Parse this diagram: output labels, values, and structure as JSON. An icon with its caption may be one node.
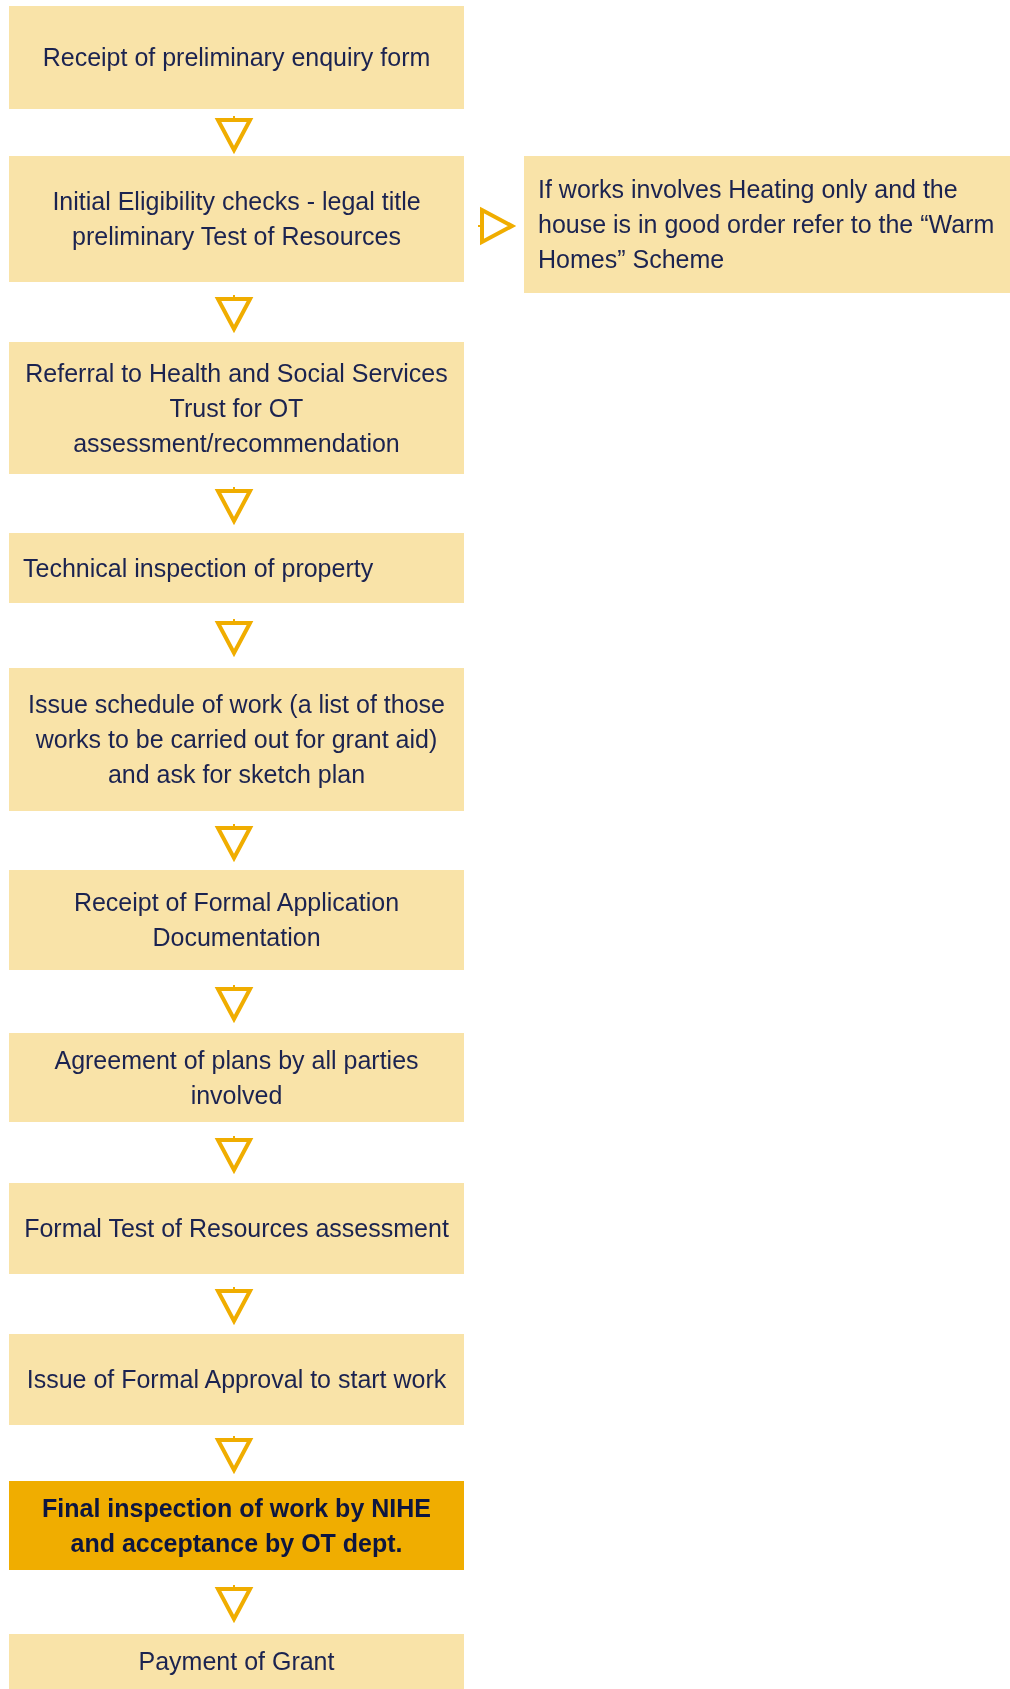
{
  "diagram": {
    "nodes": [
      {
        "text": [
          "Receipt of preliminary enquiry form"
        ]
      },
      {
        "text": [
          "Initial Eligibility checks - legal title preliminary Test of Resources"
        ]
      },
      {
        "text": [
          "If works involves Heating only and the house is in good order refer to the “Warm Homes” Scheme"
        ]
      },
      {
        "text": [
          "Referral to Health and Social Services Trust for OT assessment/recommendation"
        ]
      },
      {
        "text": [
          "Technical inspection of property"
        ]
      },
      {
        "text": [
          "Issue schedule of work (a list of those works to be carried out for grant aid) and ask for sketch plan"
        ]
      },
      {
        "text": [
          "Receipt of Formal Application Documentation"
        ]
      },
      {
        "text": [
          "Agreement of plans by all parties involved"
        ]
      },
      {
        "text": [
          "Formal Test of Resources assessment"
        ]
      },
      {
        "text": [
          "Issue of Formal Approval to start work"
        ]
      },
      {
        "text": [
          "Final inspection of work by NIHE and acceptance by OT dept."
        ]
      },
      {
        "text": [
          "Payment of Grant"
        ]
      }
    ],
    "edges": [
      {
        "from": 0,
        "to": 1,
        "arrow": "to"
      },
      {
        "from": 1,
        "to": 2,
        "arrow": "to"
      },
      {
        "from": 1,
        "to": 3,
        "arrow": "to"
      },
      {
        "from": 3,
        "to": 4,
        "arrow": "to"
      },
      {
        "from": 4,
        "to": 5,
        "arrow": "to"
      },
      {
        "from": 5,
        "to": 6,
        "arrow": "to"
      },
      {
        "from": 6,
        "to": 7,
        "arrow": "to"
      },
      {
        "from": 7,
        "to": 8,
        "arrow": "to"
      },
      {
        "from": 8,
        "to": 9,
        "arrow": "to"
      },
      {
        "from": 9,
        "to": 10,
        "arrow": "to"
      },
      {
        "from": 10,
        "to": 11,
        "arrow": "to"
      }
    ]
  }
}
